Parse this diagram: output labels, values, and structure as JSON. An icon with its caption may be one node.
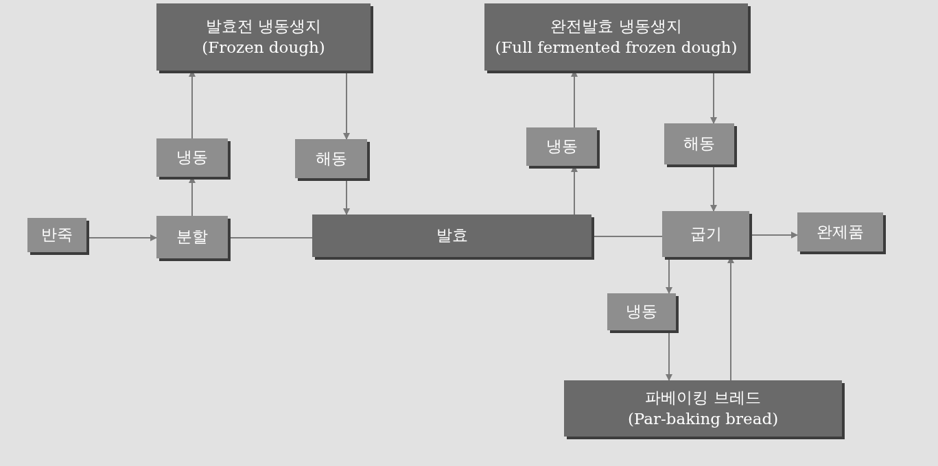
{
  "diagram": {
    "nodes": [
      {
        "text": [
          "반죽"
        ]
      },
      {
        "text": [
          "분할"
        ]
      },
      {
        "text": [
          "발효"
        ]
      },
      {
        "text": [
          "굽기"
        ]
      },
      {
        "text": [
          "완제품"
        ]
      },
      {
        "text": [
          "냉동"
        ]
      },
      {
        "text": [
          "해동"
        ]
      },
      {
        "text": [
          "발효전 냉동생지",
          "(Frozen dough)"
        ]
      },
      {
        "text": [
          "냉동"
        ]
      },
      {
        "text": [
          "해동"
        ]
      },
      {
        "text": [
          "완전발효 냉동생지",
          "(Full fermented frozen dough)"
        ]
      },
      {
        "text": [
          "냉동"
        ]
      },
      {
        "text": [
          "파베이킹 브레드",
          "(Par-baking bread)"
        ]
      }
    ],
    "edges": [
      {
        "from": 0,
        "to": 1,
        "arrow": "to"
      },
      {
        "from": 1,
        "to": 5,
        "arrow": "to"
      },
      {
        "from": 5,
        "to": 7,
        "arrow": "to"
      },
      {
        "from": 7,
        "to": 6,
        "arrow": "to"
      },
      {
        "from": 6,
        "to": 2,
        "arrow": "to"
      },
      {
        "from": 1,
        "to": 2,
        "arrow": "none"
      },
      {
        "from": 2,
        "to": 3,
        "arrow": "none"
      },
      {
        "from": 2,
        "to": 8,
        "arrow": "to"
      },
      {
        "from": 8,
        "to": 10,
        "arrow": "to"
      },
      {
        "from": 10,
        "to": 9,
        "arrow": "to"
      },
      {
        "from": 9,
        "to": 3,
        "arrow": "to"
      },
      {
        "from": 3,
        "to": 4,
        "arrow": "to"
      },
      {
        "from": 3,
        "to": 11,
        "arrow": "to"
      },
      {
        "from": 11,
        "to": 12,
        "arrow": "to"
      },
      {
        "from": 12,
        "to": 3,
        "arrow": "to"
      }
    ]
  }
}
